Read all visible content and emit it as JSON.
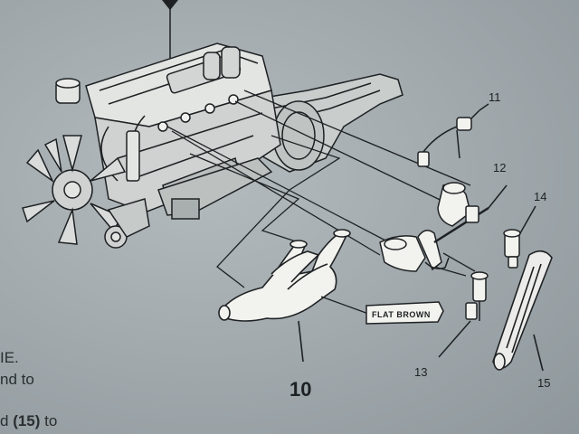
{
  "callouts": {
    "part_10": "10",
    "part_11": "11",
    "part_12": "12",
    "part_13": "13",
    "part_14": "14",
    "part_15": "15"
  },
  "paint_label": "FLAT BROWN",
  "page_text": {
    "line1": "IE.",
    "line2": "nd to",
    "line3_prefix": "d ",
    "line3_ref": "(15)",
    "line3_suffix": " to"
  },
  "colors": {
    "paper": "#a3abaf",
    "ink": "#1e2123",
    "part_white": "#f2f2ee"
  }
}
